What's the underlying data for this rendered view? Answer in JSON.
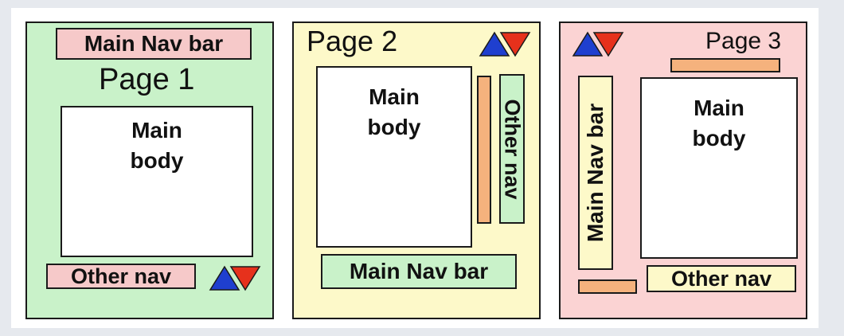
{
  "colors": {
    "page1_bg": "#c9f2c9",
    "page2_bg": "#fdf9c9",
    "page3_bg": "#fbd3d3",
    "pink_box": "#f6c9c9",
    "green_box": "#c9f2c9",
    "yellow_box": "#fdf9c9",
    "orange_strip": "#f5b27d",
    "white": "#ffffff",
    "arrow_up": "#1f3fcf",
    "arrow_down": "#e6311c"
  },
  "icons": {
    "up": "triangle-up-icon",
    "down": "triangle-down-icon"
  },
  "page1": {
    "title": "Page 1",
    "main_nav": "Main Nav bar",
    "body_line1": "Main",
    "body_line2": "body",
    "other_nav": "Other nav"
  },
  "page2": {
    "title": "Page 2",
    "body_line1": "Main",
    "body_line2": "body",
    "other_nav": "Other nav",
    "main_nav": "Main Nav bar"
  },
  "page3": {
    "title": "Page 3",
    "main_nav": "Main Nav bar",
    "body_line1": "Main",
    "body_line2": "body",
    "other_nav": "Other nav"
  }
}
